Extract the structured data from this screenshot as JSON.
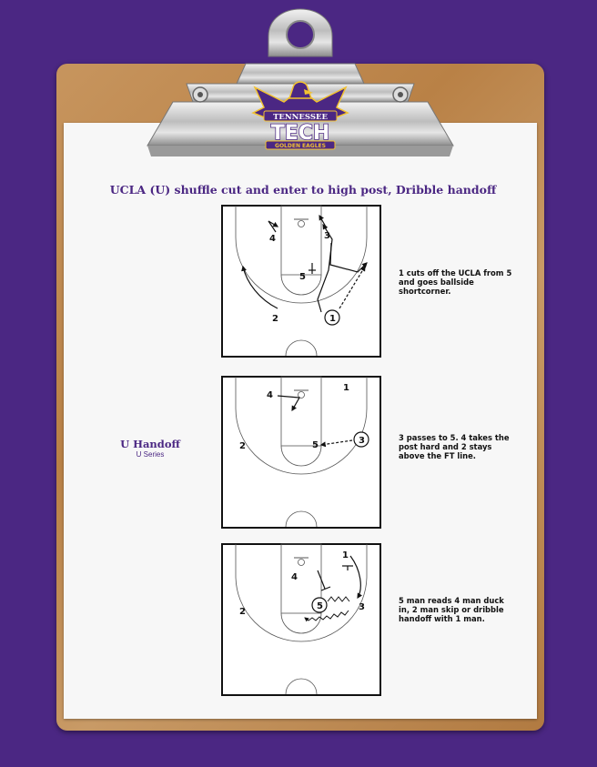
{
  "logo": {
    "word1": "TENNESSEE",
    "word2": "TECH",
    "word3": "GOLDEN EAGLES",
    "colors": {
      "purple": "#4b2783",
      "gold": "#f2c230"
    }
  },
  "header": {
    "title": "UCLA (U) shuffle cut and enter to high post, Dribble handoff"
  },
  "play": {
    "name": "U Handoff",
    "series": "U Series"
  },
  "diagrams": [
    {
      "players": {
        "p1": "1",
        "p2": "2",
        "p3": "3",
        "p4": "4",
        "p5": "5"
      },
      "description": "1 cuts off the UCLA from 5 and goes ballside shortcorner."
    },
    {
      "players": {
        "p1": "1",
        "p2": "2",
        "p3": "3",
        "p4": "4",
        "p5": "5"
      },
      "description": "3 passes to 5. 4 takes the post hard and 2 stays above the FT line."
    },
    {
      "players": {
        "p1": "1",
        "p2": "2",
        "p3": "3",
        "p4": "4",
        "p5": "5"
      },
      "description": "5 man reads 4 man duck in, 2 man skip or dribble handoff with 1 man."
    }
  ],
  "colors": {
    "background": "#4b2783",
    "board": "#b98146",
    "accent": "#4b2783"
  }
}
